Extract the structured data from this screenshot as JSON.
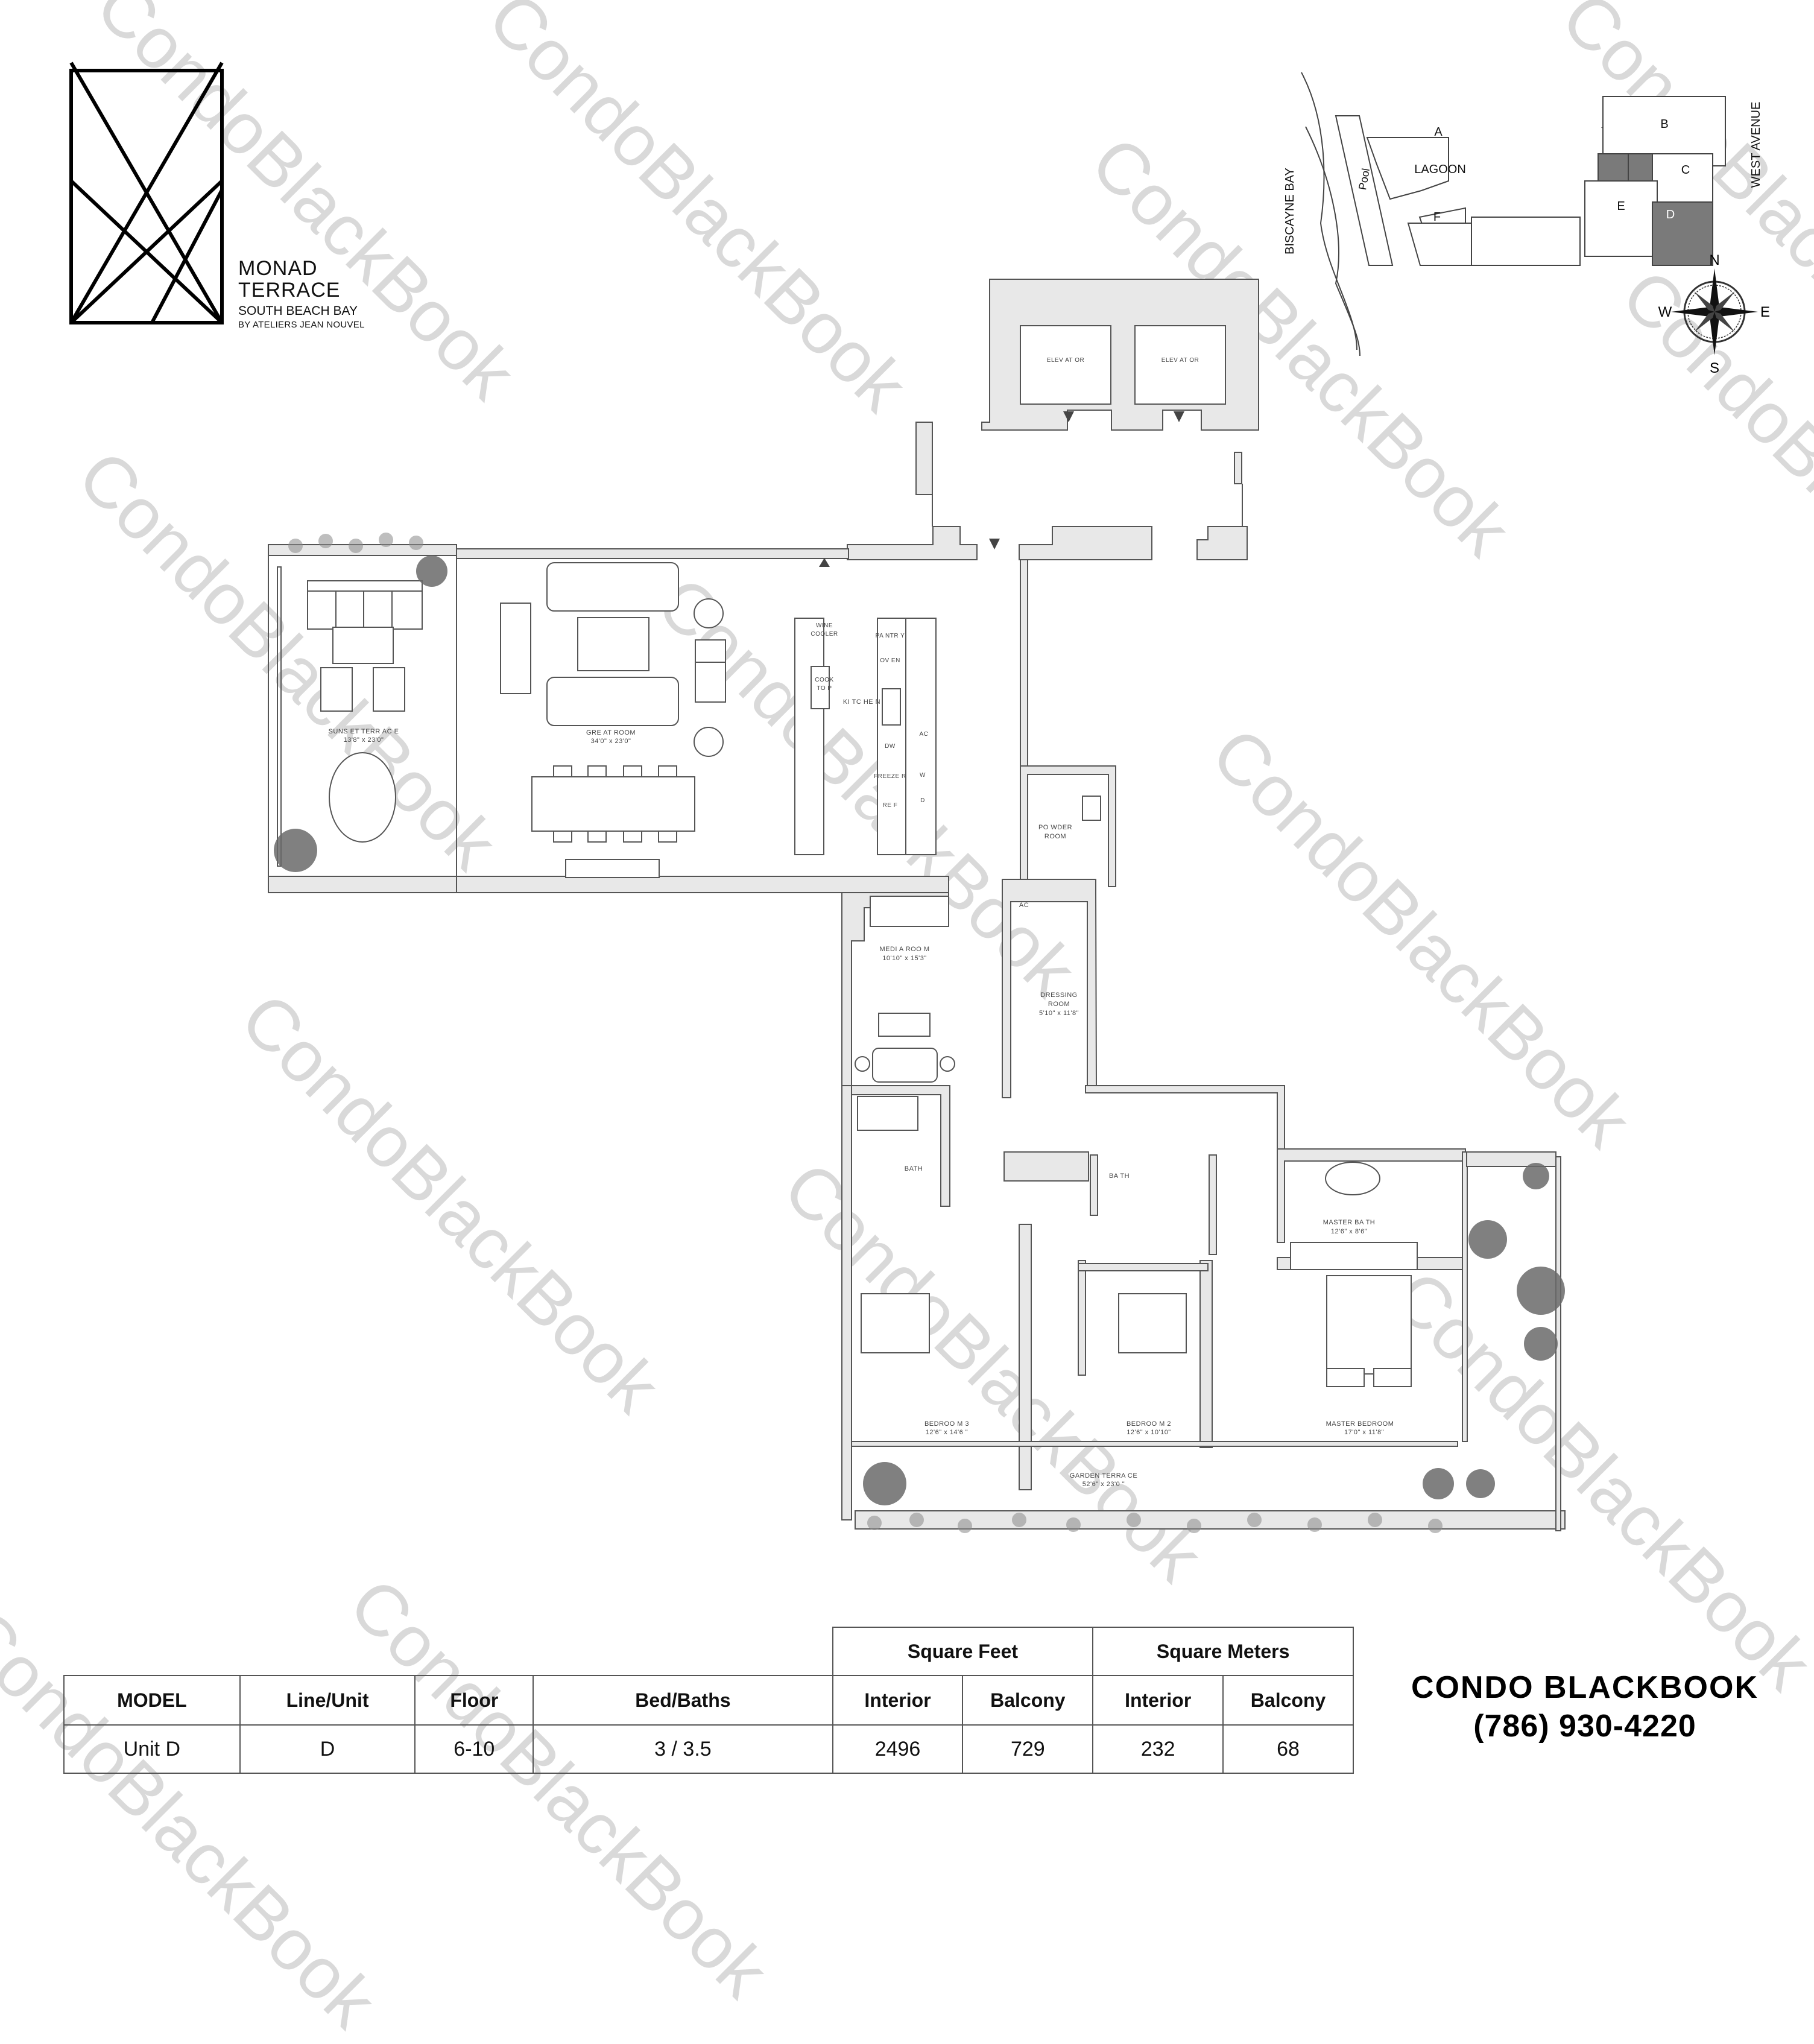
{
  "brand": {
    "line1": "MONAD",
    "line2": "TERRACE",
    "line3": "SOUTH BEACH BAY",
    "line4": "BY ATELIERS JEAN NOUVEL"
  },
  "site_plan": {
    "water_label": "BISCAYNE BAY",
    "street_label": "WEST AVENUE",
    "pool_label": "Pool",
    "lagoon_label": "LAGOON",
    "buildings": [
      "A",
      "B",
      "C",
      "D",
      "E",
      "F"
    ],
    "highlighted_building": "D",
    "highlight_color": "#7a7a7a"
  },
  "compass": {
    "n": "N",
    "s": "S",
    "e": "E",
    "w": "W"
  },
  "rooms": {
    "elevator_1": "ELEV AT OR",
    "elevator_2": "ELEV AT OR",
    "sunset_terrace": {
      "name": "SUNS ET TERR AC E",
      "dims": "13'8\" x 23'0\""
    },
    "great_room": {
      "name": "GRE AT ROOM",
      "dims": "34'0\" x 23'0\""
    },
    "kitchen": "KI TC HE N",
    "wine_cooler_1": "WINE",
    "wine_cooler_2": "COOLER",
    "cooktop_1": "COOK",
    "cooktop_2": "TO P",
    "pantry": "PA NTR Y",
    "oven": "OV EN",
    "dw": "DW",
    "freezer": "FREEZE R",
    "ref": "RE F",
    "ac_kitchen": "AC",
    "washer": "W",
    "dryer": "D",
    "powder_room_1": "PO WDER",
    "powder_room_2": "ROOM",
    "ac_hall": "AC",
    "media_room": {
      "name": "MEDI A ROO M",
      "dims": "10'10\" x 15'3\""
    },
    "dressing_room": {
      "name1": "DRESSING",
      "name2": "ROOM",
      "dims": "5'10\" x 11'8\""
    },
    "bath_3": "BATH",
    "bath_2": "BA TH",
    "master_bath": {
      "name": "MASTER BA TH",
      "dims": "12'6\" x 8'6\""
    },
    "bedroom_3": {
      "name": "BEDROO M 3",
      "dims": "12'6\" x 14'6 \""
    },
    "bedroom_2": {
      "name": "BEDROO M 2",
      "dims": "12'6\" x 10'10\""
    },
    "master_bedroom": {
      "name": "MASTER BEDROOM",
      "dims": "17'0\" x 11'8\""
    },
    "garden_terrace": {
      "name": "GARDEN TERRA CE",
      "dims": "52'6\" x 23'0 \""
    }
  },
  "spec_table": {
    "group_headers": [
      "Square Feet",
      "Square Meters"
    ],
    "headers": [
      "MODEL",
      "Line/Unit",
      "Floor",
      "Bed/Baths",
      "Interior",
      "Balcony",
      "Interior",
      "Balcony"
    ],
    "row": [
      "Unit D",
      "D",
      "6-10",
      "3 / 3.5",
      "2496",
      "729",
      "232",
      "68"
    ]
  },
  "contact": {
    "company_a": "CONDO",
    "company_b": "BLACKBOOK",
    "phone": "(786) 930-4220"
  },
  "watermark": "CondoBlackBook",
  "colors": {
    "wall_fill": "#e8e8e8",
    "line": "#555555"
  }
}
